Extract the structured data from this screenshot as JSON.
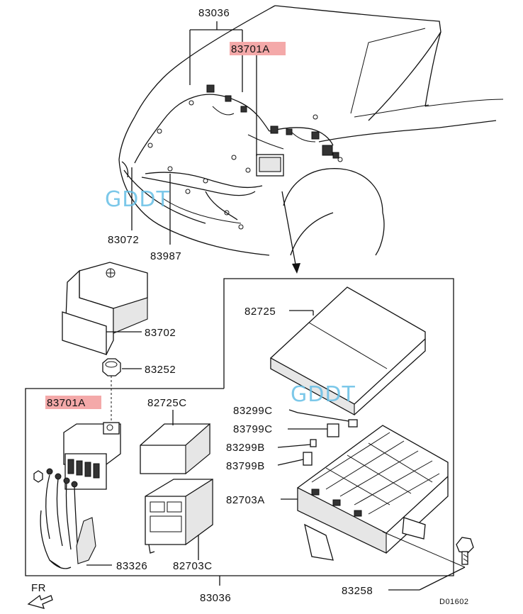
{
  "labels": {
    "harness_top": "83036",
    "relay_box_highlight_top": "83701A",
    "headlamp_harness": "83072",
    "front_harness": "83987",
    "cover": "83702",
    "nut": "83252",
    "relay_box_highlight_bottom": "83701A",
    "relay_cover_c": "82725C",
    "wire": "83326",
    "relay_box_c": "82703C",
    "main_cover": "82725",
    "relay_c_small": "83299C",
    "fuse_c": "83799C",
    "relay_b_small": "83299B",
    "fuse_b": "83799B",
    "relay_box_a": "82703A",
    "bolt": "83258",
    "harness_bottom": "83036",
    "direction": "FR",
    "diagram_code": "D01602"
  },
  "watermarks": [
    "GDDT",
    "GDDT"
  ],
  "colors": {
    "highlight": "#f4a9a9",
    "watermark": "#66bfe6",
    "line": "#111111"
  }
}
